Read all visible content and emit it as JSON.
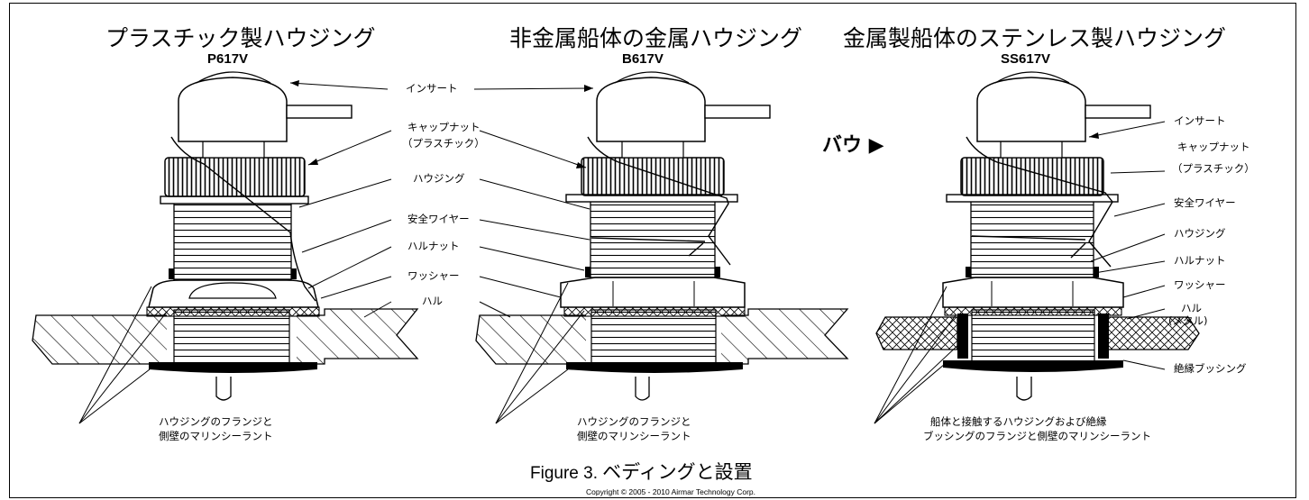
{
  "figure": {
    "caption_prefix": "Figure 3.",
    "caption_text": "ベディングと設置",
    "copyright": "Copyright © 2005 - 2010 Airmar Technology Corp."
  },
  "panels": [
    {
      "title": "プラスチック製ハウジング",
      "model": "P617V",
      "labels": {
        "insert": "インサート",
        "capnut_1": "キャップナット",
        "capnut_2": "（プラスチック）",
        "housing": "ハウジング",
        "safety_wire": "安全ワイヤー",
        "hull_nut": "ハルナット",
        "washer": "ワッシャー",
        "hull": "ハル",
        "sealant_1": "ハウジングのフランジと",
        "sealant_2": "側壁のマリンシーラント"
      }
    },
    {
      "title": "非金属船体の金属ハウジング",
      "model": "B617V",
      "labels": {
        "sealant_1": "ハウジングのフランジと",
        "sealant_2": "側壁のマリンシーラント"
      }
    },
    {
      "title": "金属製船体のステンレス製ハウジング",
      "model": "SS617V",
      "bow": "バウ ▶",
      "labels": {
        "insert": "インサート",
        "capnut_1": "キャップナット",
        "capnut_2": "（プラスチック）",
        "safety_wire": "安全ワイヤー",
        "housing": "ハウジング",
        "hull_nut": "ハルナット",
        "washer": "ワッシャー",
        "hull_1": "ハル",
        "hull_2": "(メタル)",
        "bushing": "絶縁ブッシング",
        "sealant_1": "船体と接触するハウジングおよび絶縁",
        "sealant_2": "ブッシングのフランジと側壁のマリンシーラント"
      }
    }
  ]
}
